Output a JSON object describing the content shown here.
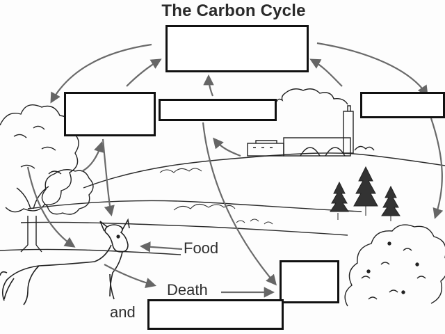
{
  "title": "The Carbon Cycle",
  "labels": {
    "food": "Food",
    "death": "Death",
    "and": "and"
  },
  "icons": [
    "tree-icon",
    "deer-icon",
    "factory-icon",
    "pine-trees-icon",
    "bush-icon",
    "smoke-icon",
    "hills-icon"
  ],
  "colors": {
    "line": "#2a2a2a",
    "arrow": "#6a6a6a",
    "box_border": "#111111"
  }
}
